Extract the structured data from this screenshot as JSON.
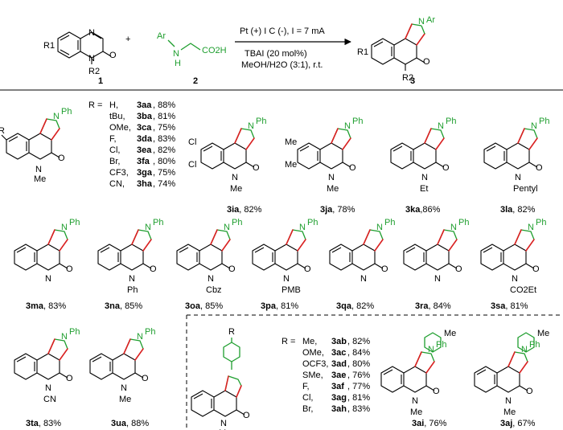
{
  "scheme": {
    "reactant1_label": "1",
    "reactant2_label": "2",
    "product_label": "3",
    "plus_sign": "+",
    "condition_line1": "Pt (+) I C (-), I = 7 mA",
    "condition_line2": "TBAI (20 mol%)",
    "condition_line3": "MeOH/H2O (3:1), r.t.",
    "atoms": {
      "R1": "R1",
      "R2": "R2",
      "Ar": "Ar",
      "N": "N",
      "H": "H",
      "O": "O",
      "CO2H": "CO2H"
    }
  },
  "r_list": {
    "header": "R =",
    "items": [
      {
        "sub": "H,",
        "id": "3aa",
        "yield": ", 88%"
      },
      {
        "sub": "tBu,",
        "id": "3ba",
        "yield": ", 81%"
      },
      {
        "sub": "OMe,",
        "id": "3ca",
        "yield": ", 75%"
      },
      {
        "sub": "F,",
        "id": "3da",
        "yield": ", 83%"
      },
      {
        "sub": "Cl,",
        "id": "3ea",
        "yield": ", 82%"
      },
      {
        "sub": "Br,",
        "id": "3fa",
        "yield": ", 80%"
      },
      {
        "sub": "CF3,",
        "id": "3ga",
        "yield": ", 75%"
      },
      {
        "sub": "CN,",
        "id": "3ha",
        "yield": ", 74%"
      }
    ]
  },
  "ar_list": {
    "header": "R =",
    "items": [
      {
        "sub": "Me,",
        "id": "3ab",
        "yield": ", 82%"
      },
      {
        "sub": "OMe,",
        "id": "3ac",
        "yield": ", 84%"
      },
      {
        "sub": "OCF3,",
        "id": "3ad",
        "yield": ", 80%"
      },
      {
        "sub": "SMe,",
        "id": "3ae",
        "yield": ", 76%"
      },
      {
        "sub": "F,",
        "id": "3af",
        "yield": ", 77%"
      },
      {
        "sub": "Cl,",
        "id": "3ag",
        "yield": ", 81%"
      },
      {
        "sub": "Br,",
        "id": "3ah",
        "yield": ", 83%"
      }
    ]
  },
  "products": [
    {
      "id": "3ia",
      "yield": ", 82%",
      "n_sub": "Me",
      "extra": "Cl"
    },
    {
      "id": "3ja",
      "yield": ", 78%",
      "n_sub": "Me",
      "extra": "Me"
    },
    {
      "id": "3ka",
      "yield": ",86%",
      "n_sub": "Et"
    },
    {
      "id": "3la",
      "yield": ", 82%",
      "n_sub": "Pentyl"
    },
    {
      "id": "3ma",
      "yield": ", 83%"
    },
    {
      "id": "3na",
      "yield": ", 85%",
      "n_sub": "Ph"
    },
    {
      "id": "3oa",
      "yield": ", 85%",
      "n_sub": "Cbz"
    },
    {
      "id": "3pa",
      "yield": ", 81%",
      "n_sub": "PMB"
    },
    {
      "id": "3qa",
      "yield": ", 82%"
    },
    {
      "id": "3ra",
      "yield": ", 84%"
    },
    {
      "id": "3sa",
      "yield": ", 81%",
      "n_sub": "CO2Et"
    },
    {
      "id": "3ta",
      "yield": ", 83%",
      "n_sub": "CN"
    },
    {
      "id": "3ua",
      "yield": ", 88%",
      "n_sub": "Me"
    },
    {
      "id": "3ai",
      "yield": ", 76%",
      "n_sub": "Me",
      "ar_sub": "Me"
    },
    {
      "id": "3aj",
      "yield": ", 67%",
      "n_sub": "Me",
      "ar_sub": "Me"
    }
  ],
  "common": {
    "Ph": "Ph",
    "N": "N",
    "O": "O",
    "R": "R",
    "Me": "Me"
  }
}
